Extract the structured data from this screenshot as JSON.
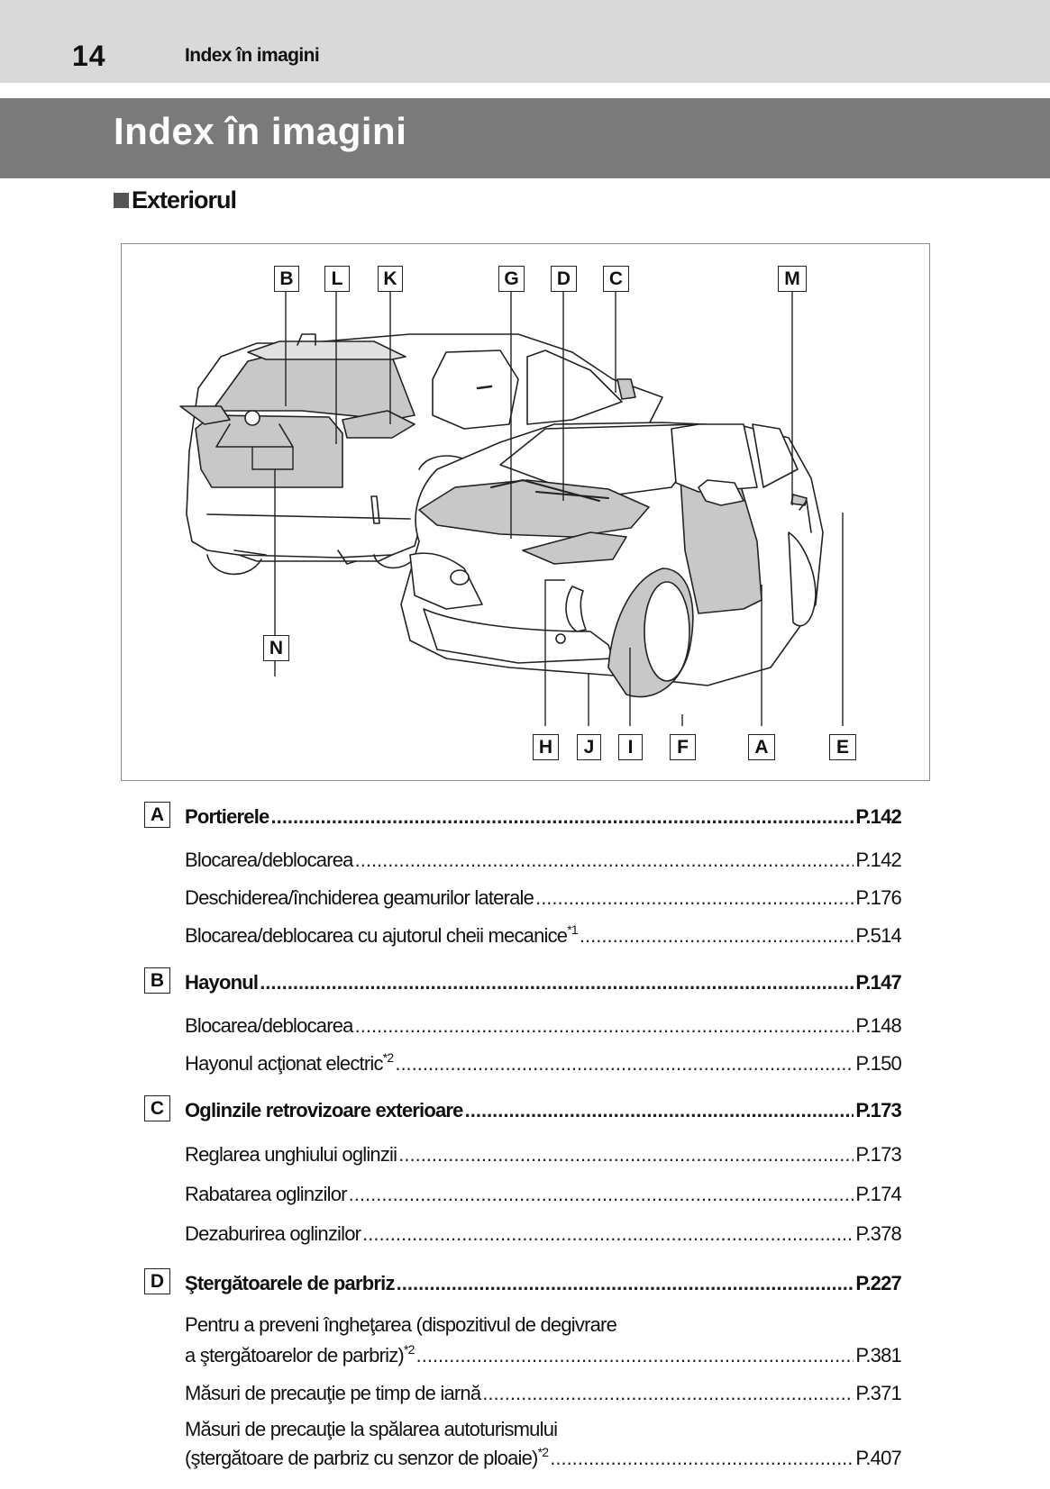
{
  "header": {
    "page_number": "14",
    "running_title": "Index în imagini"
  },
  "banner": {
    "title": "Index în imagini"
  },
  "section": {
    "title": "Exteriorul"
  },
  "figure": {
    "callouts_top": [
      "B",
      "L",
      "K",
      "G",
      "D",
      "C",
      "M"
    ],
    "callout_mid": "N",
    "callouts_bottom": [
      "H",
      "J",
      "I",
      "F",
      "A",
      "E"
    ]
  },
  "index": [
    {
      "letter": "A",
      "title": "Portierele",
      "page": "P.142",
      "items": [
        {
          "text": "Blocarea/deblocarea",
          "page": "P.142"
        },
        {
          "text": "Deschiderea/închiderea geamurilor laterale",
          "page": "P.176"
        },
        {
          "text": "Blocarea/deblocarea cu ajutorul cheii mecanice",
          "sup": "*1",
          "page": "P.514"
        }
      ]
    },
    {
      "letter": "B",
      "title": "Hayonul",
      "page": "P.147",
      "items": [
        {
          "text": "Blocarea/deblocarea",
          "page": "P.148"
        },
        {
          "text": "Hayonul acţionat electric",
          "sup": "*2",
          "page": "P.150"
        }
      ]
    },
    {
      "letter": "C",
      "title": "Oglinzile retrovizoare exterioare",
      "page": "P.173",
      "items": [
        {
          "text": "Reglarea unghiului oglinzii",
          "page": "P.173"
        },
        {
          "text": "Rabatarea oglinzilor",
          "page": "P.174"
        },
        {
          "text": "Dezaburirea oglinzilor",
          "page": "P.378"
        }
      ]
    },
    {
      "letter": "D",
      "title": "Ştergătoarele de parbriz",
      "page": "P.227",
      "items": [
        {
          "line1": "Pentru a preveni îngheţarea (dispozitivul de degivrare",
          "text": "a ştergătoarelor de parbriz)",
          "sup": "*2",
          "page": "P.381"
        },
        {
          "text": "Măsuri de precauţie pe timp de iarnă",
          "page": "P.371"
        },
        {
          "line1": "Măsuri de precauţie la spălarea autoturismului",
          "text": "(ştergătoare de parbriz cu senzor de ploaie)",
          "sup": "*2",
          "page": "P.407"
        }
      ]
    }
  ]
}
